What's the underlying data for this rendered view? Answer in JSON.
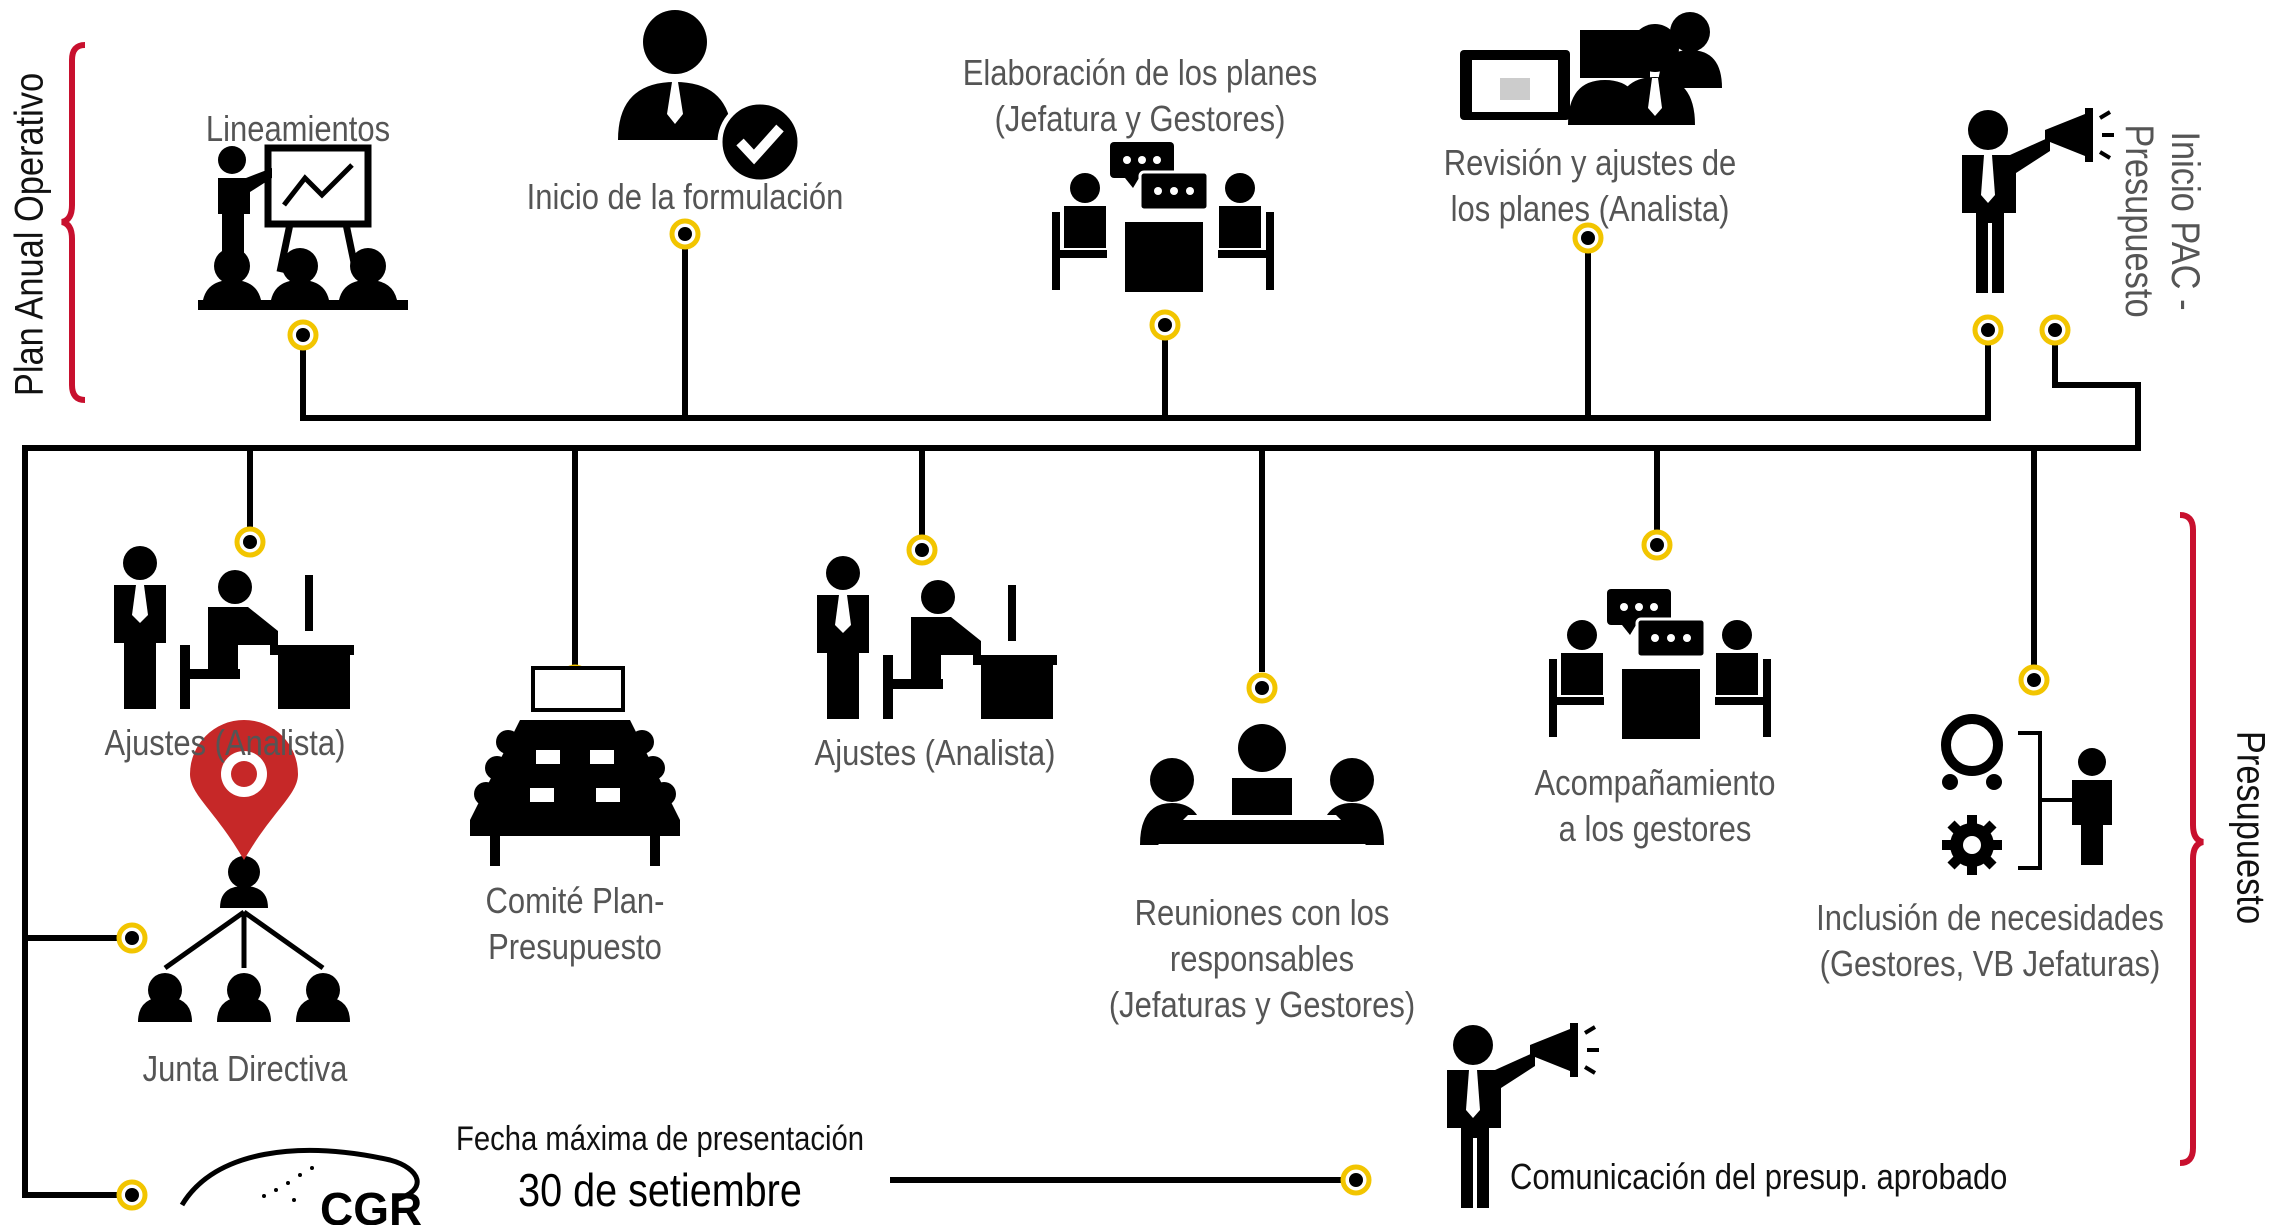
{
  "colors": {
    "line": "#000000",
    "dot_ring": "#f2c500",
    "bracket": "#c8102e",
    "pin": "#c62828",
    "text": "#555555"
  },
  "side_labels": {
    "plan_anual": "Plan Anual Operativo",
    "inicio_pac": [
      "Inicio PAC -",
      "Presupuesto"
    ],
    "presupuesto": "Presupuesto"
  },
  "top_steps": [
    {
      "lines": [
        "Lineamientos"
      ],
      "icon": "presentation-audience-icon"
    },
    {
      "lines": [
        "Inicio de la formulación"
      ],
      "icon": "manager-check-icon"
    },
    {
      "lines": [
        "Elaboración de los planes",
        "(Jefatura y Gestores)"
      ],
      "icon": "meeting-chat-icon"
    },
    {
      "lines": [
        "Revisión y ajustes de",
        "los planes (Analista)"
      ],
      "icon": "computer-team-icon"
    },
    {
      "icon": "speaker-megaphone-icon"
    }
  ],
  "bottom_steps": [
    {
      "lines": [
        "Ajustes (Analista)"
      ],
      "icon": "analyst-desk-icon"
    },
    {
      "lines": [
        "Comité Plan-",
        "Presupuesto"
      ],
      "icon": "conference-table-icon"
    },
    {
      "lines": [
        "Ajustes (Analista)"
      ],
      "icon": "analyst-desk-icon"
    },
    {
      "lines": [
        "Reuniones con los",
        "responsables",
        "(Jefaturas y Gestores)"
      ],
      "icon": "round-table-meeting-icon"
    },
    {
      "lines": [
        "Acompañamiento",
        "a los gestores"
      ],
      "icon": "meeting-chat-icon"
    },
    {
      "lines": [
        "Inclusión de necesidades",
        "(Gestores, VB Jefaturas)"
      ],
      "icon": "needs-person-icon"
    }
  ],
  "junta": {
    "label": "Junta Directiva",
    "icon": "org-hierarchy-pin-icon"
  },
  "cgr": {
    "logo_text": "CGR",
    "deadline_title": "Fecha máxima de presentación",
    "deadline_date": "30 de setiembre"
  },
  "communication": {
    "label": "Comunicación del presup. aprobado",
    "icon": "speaker-megaphone-icon"
  }
}
